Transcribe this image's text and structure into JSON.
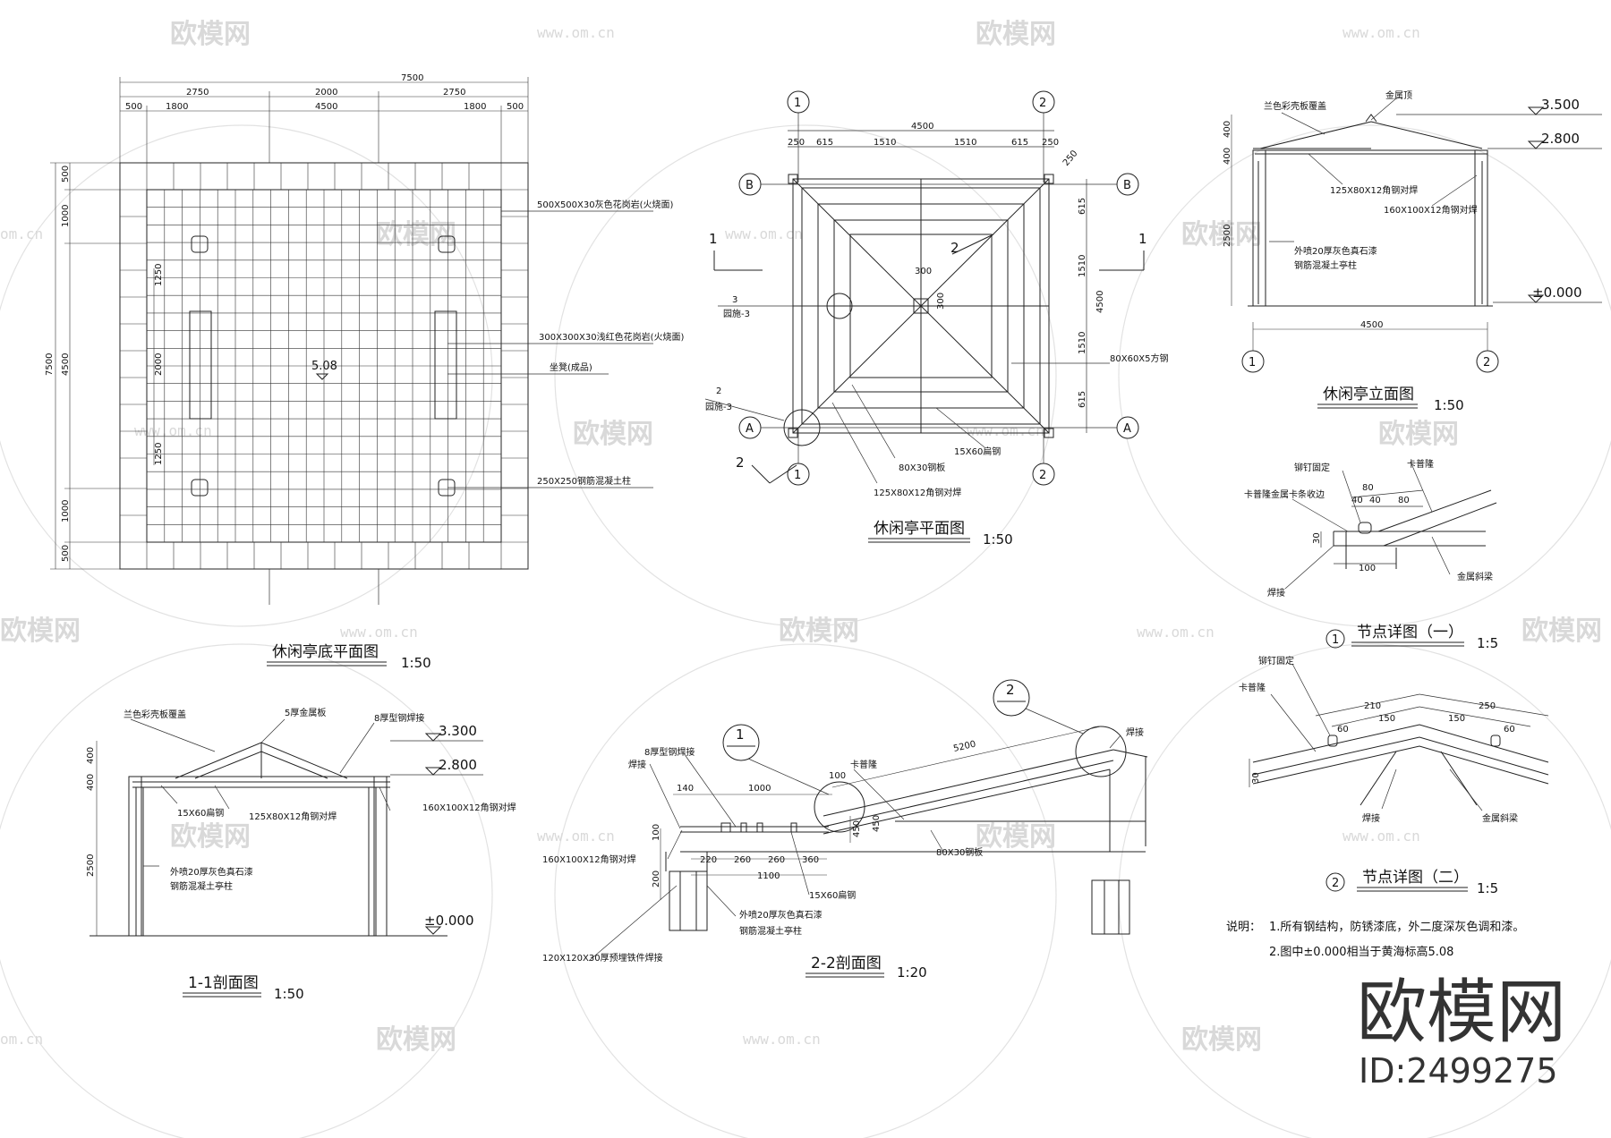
{
  "colors": {
    "line": "#222222",
    "watermark": "#d9d9d9",
    "background": "#ffffff"
  },
  "watermark": {
    "text": "欧模网",
    "url": "www.om.cn",
    "edge": "om.cn"
  },
  "brand": {
    "name": "欧模网",
    "id": "ID:2499275"
  },
  "floor_plan": {
    "title": "休闲亭底平面图",
    "scale": "1:50",
    "dims_top": {
      "total": "7500",
      "row1": [
        "2750",
        "2000",
        "2750"
      ],
      "row2": [
        "500",
        "1800",
        "4500",
        "1800",
        "500"
      ]
    },
    "dims_left": {
      "total": "7500",
      "row1": [
        "500",
        "1000",
        "4500",
        "1000",
        "500"
      ],
      "row2": [
        "1250",
        "2000",
        "1250"
      ]
    },
    "elevation": "5.08",
    "notes": [
      "500X500X30灰色花岗岩(火烧面)",
      "300X300X30浅红色花岗岩(火烧面)",
      "坐凳(成品)",
      "250X250钢筋混凝土柱"
    ]
  },
  "pavilion_plan": {
    "title": "休闲亭平面图",
    "scale": "1:50",
    "axes": {
      "c1": "1",
      "c2": "2",
      "a": "A",
      "b": "B"
    },
    "dims_top": {
      "total": "4500",
      "parts": [
        "250",
        "615",
        "1510",
        "1510",
        "615",
        "250"
      ]
    },
    "dims_right": {
      "total": "4500",
      "parts": [
        "615",
        "1510",
        "1510",
        "615"
      ]
    },
    "small_dims": [
      "300",
      "300",
      "250"
    ],
    "section_marks": {
      "s1": "1",
      "s2": "2"
    },
    "callout_3": {
      "num": "3",
      "ref": "园施-3"
    },
    "callout_2": {
      "num": "2",
      "ref": "园施-3"
    },
    "notes": [
      "80X60X5方钢",
      "15X60扁钢",
      "80X30钢板",
      "125X80X12角钢对焊"
    ]
  },
  "elevation_view": {
    "title": "休闲亭立面图",
    "scale": "1:50",
    "levels": [
      "3.500",
      "2.800",
      "±0.000"
    ],
    "width": "4500",
    "vertical_dims": [
      "400",
      "400",
      "2500"
    ],
    "notes": [
      "金属顶",
      "兰色彩壳板覆盖",
      "125X80X12角钢对焊",
      "160X100X12角钢对焊",
      "外喷20厚灰色真石漆",
      "钢筋混凝土亭柱"
    ],
    "axes": [
      "1",
      "2"
    ]
  },
  "detail1": {
    "title": "节点详图（一）",
    "scale": "1:5",
    "num": "1",
    "notes": [
      "铆钉固定",
      "卡普隆",
      "卡普隆金属卡条收边",
      "焊接",
      "金属斜梁"
    ],
    "dims": [
      "80",
      "40",
      "40",
      "80",
      "30",
      "100"
    ]
  },
  "detail2": {
    "title": "节点详图（二）",
    "scale": "1:5",
    "num": "2",
    "notes": [
      "铆钉固定",
      "卡普隆",
      "焊接",
      "金属斜梁"
    ],
    "dims": [
      "210",
      "150",
      "60",
      "250",
      "150",
      "60",
      "30"
    ]
  },
  "section11": {
    "title": "1-1剖面图",
    "scale": "1:50",
    "levels": [
      "3.300",
      "2.800",
      "±0.000"
    ],
    "vertical_dims": [
      "400",
      "400",
      "2500"
    ],
    "notes": [
      "兰色彩壳板覆盖",
      "5厚金属板",
      "8厚型钢焊接",
      "15X60扁钢",
      "125X80X12角钢对焊",
      "160X100X12角钢对焊",
      "外喷20厚灰色真石漆",
      "钢筋混凝土亭柱"
    ]
  },
  "section22": {
    "title": "2-2剖面图",
    "scale": "1:20",
    "callout1": "1",
    "callout2": "2",
    "notes": [
      "8厚型钢焊接",
      "焊接",
      "卡普隆",
      "焊接",
      "160X100X12角钢对焊",
      "外喷20厚灰色真石漆",
      "钢筋混凝土亭柱",
      "120X120X30厚预埋铁件焊接",
      "15X60扁钢",
      "80X30钢板"
    ],
    "dims": [
      "140",
      "1000",
      "220",
      "260",
      "260",
      "360",
      "1100",
      "5200",
      "100",
      "450",
      "100",
      "200",
      "450"
    ]
  },
  "notes": {
    "label": "说明：",
    "lines": [
      "1.所有钢结构，防锈漆底，外二度深灰色调和漆。",
      "2.图中±0.000相当于黄海标高5.08"
    ]
  }
}
